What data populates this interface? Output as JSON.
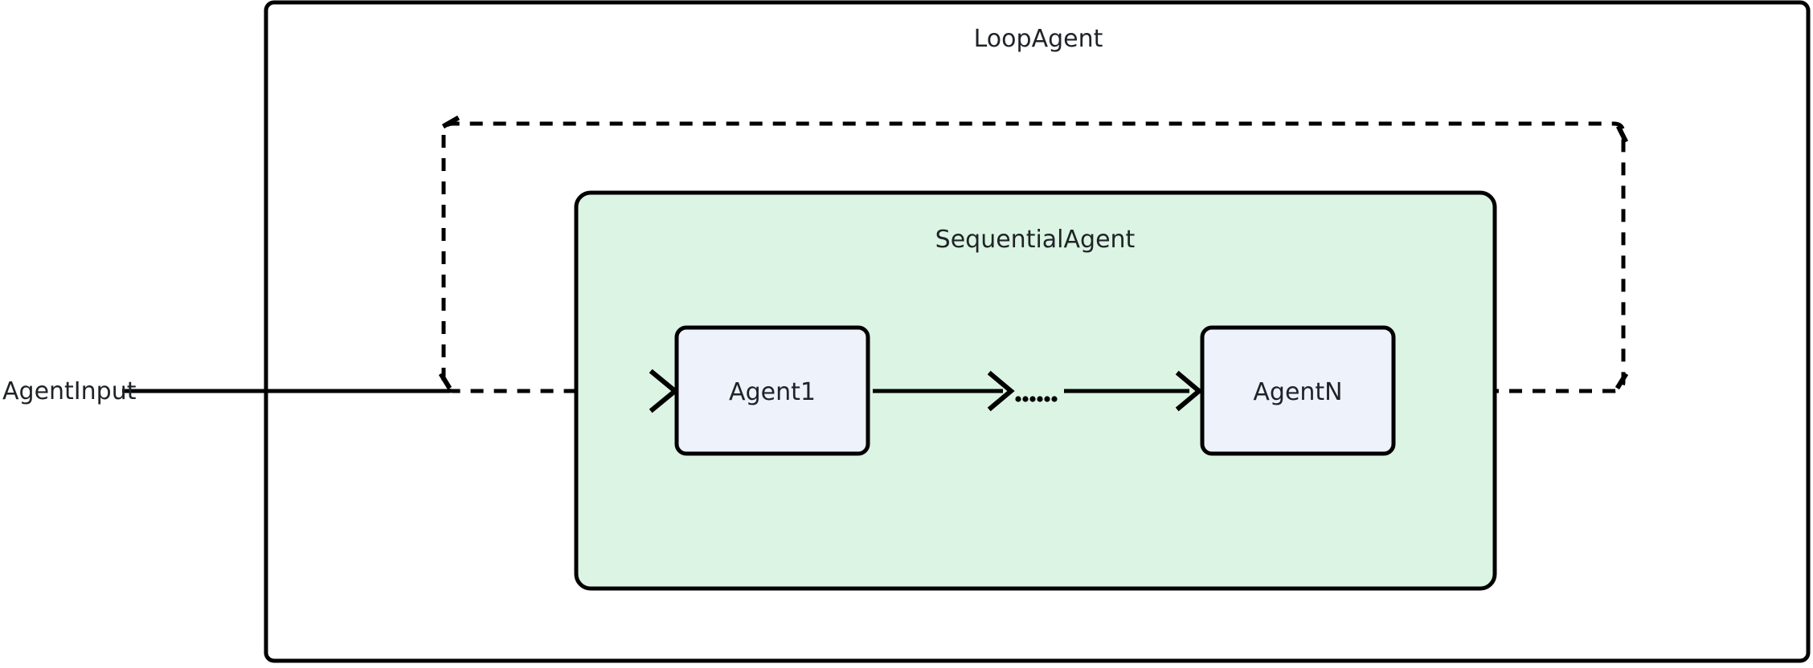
{
  "diagram": {
    "type": "agent-architecture-flow",
    "background_color": "#ffffff",
    "outer_container": {
      "label": "LoopAgent",
      "fill": "#ffffff",
      "stroke": "#000000"
    },
    "inner_container": {
      "label": "SequentialAgent",
      "fill": "#dcf4e3",
      "stroke": "#000000"
    },
    "nodes": [
      {
        "id": "agent1",
        "label": "Agent1",
        "fill": "#eef2fa",
        "stroke": "#000000"
      },
      {
        "id": "agentN",
        "label": "AgentN",
        "fill": "#eef2fa",
        "stroke": "#000000"
      }
    ],
    "ellipsis": "……",
    "input": {
      "label": "AgentInput"
    },
    "edges": [
      {
        "from": "AgentInput",
        "to": "Agent1",
        "style": "solid",
        "arrow": true
      },
      {
        "from": "Agent1",
        "to": "……",
        "style": "solid",
        "arrow": true
      },
      {
        "from": "……",
        "to": "AgentN",
        "style": "solid",
        "arrow": true
      },
      {
        "from": "AgentN",
        "to": "Agent1",
        "style": "dashed",
        "arrow": true,
        "note": "loop-back"
      }
    ]
  }
}
